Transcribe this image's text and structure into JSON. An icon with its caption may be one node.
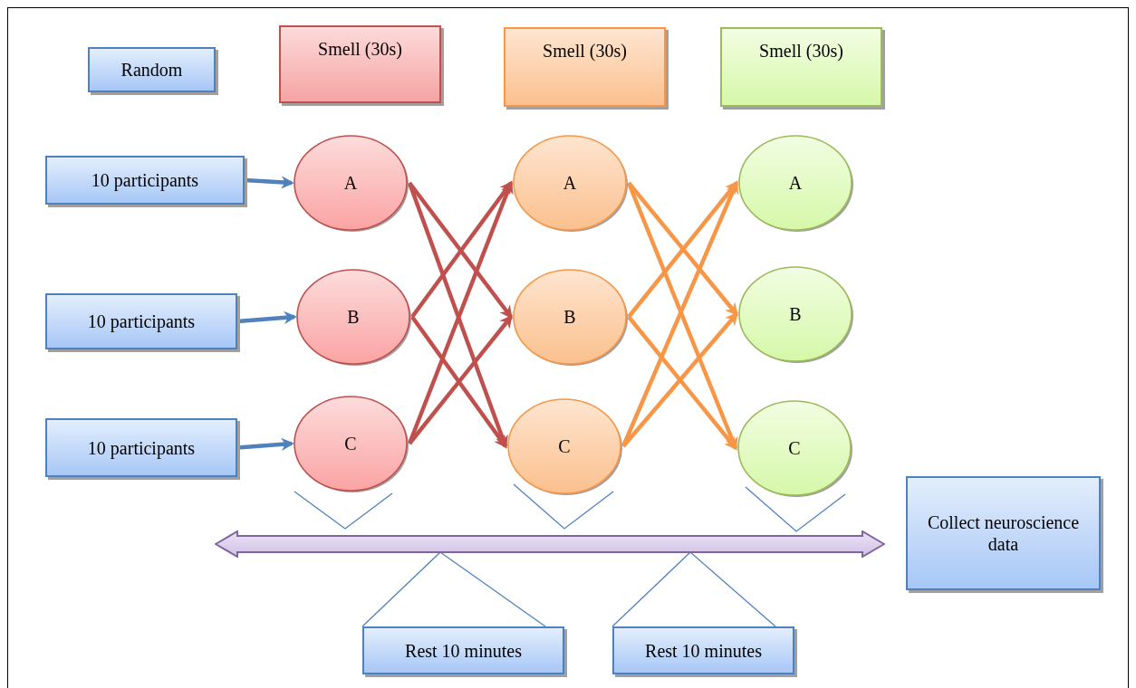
{
  "diagram": {
    "nodes": [
      {
        "text": [
          "Random"
        ]
      },
      {
        "text": [
          "Smell (30s)"
        ]
      },
      {
        "text": [
          "Smell (30s)"
        ]
      },
      {
        "text": [
          "Smell (30s)"
        ]
      },
      {
        "text": [
          "10 participants"
        ]
      },
      {
        "text": [
          "10 participants"
        ]
      },
      {
        "text": [
          "10 participants"
        ]
      },
      {
        "text": [
          "A"
        ]
      },
      {
        "text": [
          "B"
        ]
      },
      {
        "text": [
          "C"
        ]
      },
      {
        "text": [
          "A"
        ]
      },
      {
        "text": [
          "B"
        ]
      },
      {
        "text": [
          "C"
        ]
      },
      {
        "text": [
          "A"
        ]
      },
      {
        "text": [
          "B"
        ]
      },
      {
        "text": [
          "C"
        ]
      },
      {
        "text": [
          "Collect neuroscience data"
        ]
      },
      {
        "text": [
          "Rest 10 minutes"
        ]
      },
      {
        "text": [
          "Rest 10 minutes"
        ]
      },
      {
        "text": [],
        "shape": "arrow"
      }
    ],
    "edges": [
      {
        "from": 4,
        "to": 7,
        "arrow": "to",
        "color": "#4f81bd"
      },
      {
        "from": 5,
        "to": 8,
        "arrow": "to",
        "color": "#4f81bd"
      },
      {
        "from": 6,
        "to": 9,
        "arrow": "to",
        "color": "#4f81bd"
      },
      {
        "from": 7,
        "to": 11,
        "arrow": "to",
        "color": "#c0504d"
      },
      {
        "from": 7,
        "to": 12,
        "arrow": "to",
        "color": "#c0504d"
      },
      {
        "from": 8,
        "to": 10,
        "arrow": "to",
        "color": "#c0504d"
      },
      {
        "from": 8,
        "to": 12,
        "arrow": "to",
        "color": "#c0504d"
      },
      {
        "from": 9,
        "to": 10,
        "arrow": "to",
        "color": "#c0504d"
      },
      {
        "from": 9,
        "to": 11,
        "arrow": "to",
        "color": "#c0504d"
      },
      {
        "from": 10,
        "to": 14,
        "arrow": "to",
        "color": "#f79646"
      },
      {
        "from": 10,
        "to": 15,
        "arrow": "to",
        "color": "#f79646"
      },
      {
        "from": 11,
        "to": 13,
        "arrow": "to",
        "color": "#f79646"
      },
      {
        "from": 11,
        "to": 15,
        "arrow": "to",
        "color": "#f79646"
      },
      {
        "from": 12,
        "to": 13,
        "arrow": "to",
        "color": "#f79646"
      },
      {
        "from": 12,
        "to": 14,
        "arrow": "to",
        "color": "#f79646"
      },
      {
        "from": 17,
        "to": 19,
        "arrow": "none",
        "color": "#4f81bd"
      },
      {
        "from": 18,
        "to": 19,
        "arrow": "none",
        "color": "#4f81bd"
      },
      {
        "from": 19,
        "to": 17,
        "arrow": "none",
        "color": "#4f81bd"
      },
      {
        "from": 19,
        "to": 18,
        "arrow": "none",
        "color": "#4f81bd"
      }
    ]
  }
}
